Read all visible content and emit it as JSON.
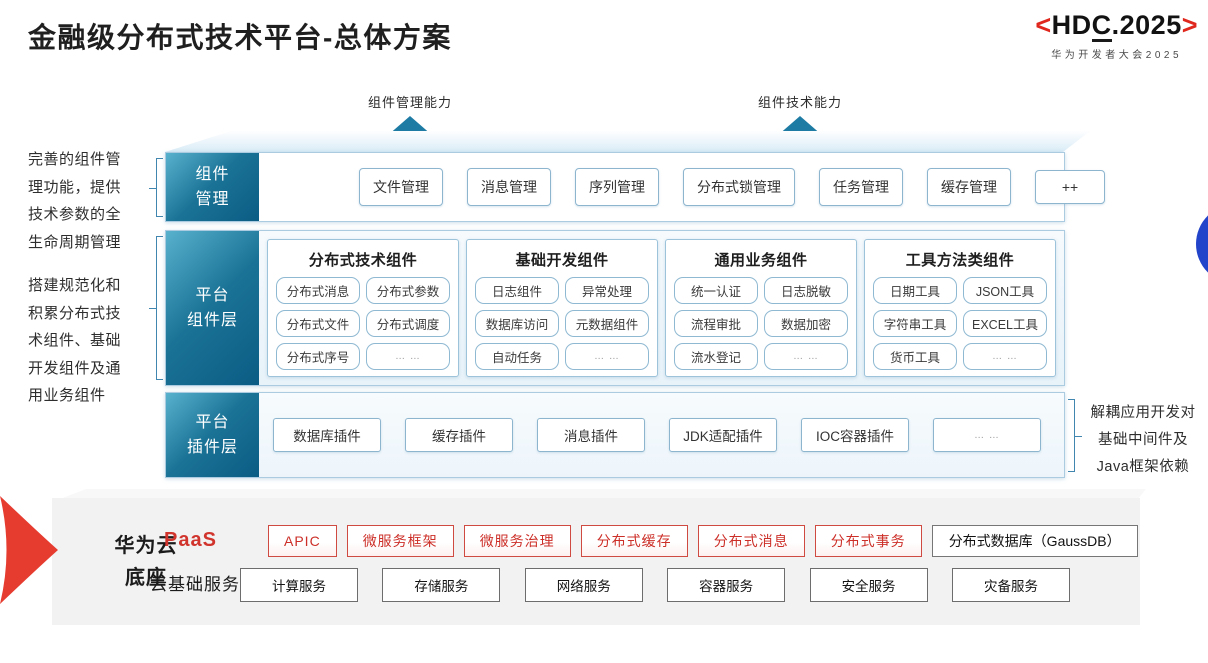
{
  "title": "金融级分布式技术平台-总体方案",
  "logo": {
    "left": "<",
    "hd": "HD",
    "c": "C",
    "year": ".2025",
    "right": ">",
    "subtitle": "华为开发者大会2025"
  },
  "annotations": {
    "arrow_labels": [
      "组件管理能力",
      "组件技术能力"
    ],
    "left_notes": [
      "完善的组件管理功能，提供技术参数的全生命周期管理",
      "搭建规范化和积累分布式技术组件、基础开发组件及通用业务组件"
    ],
    "right_note_lines": [
      "解耦应用开发对",
      "基础中间件及",
      "Java框架依赖"
    ]
  },
  "layers": {
    "component_mgmt": {
      "label_lines": [
        "组件",
        "管理"
      ],
      "items": [
        "文件管理",
        "消息管理",
        "序列管理",
        "分布式锁管理",
        "任务管理",
        "缓存管理",
        "++"
      ]
    },
    "platform_components": {
      "label_lines": [
        "平台",
        "组件层"
      ],
      "groups": [
        {
          "title": "分布式技术组件",
          "items": [
            "分布式消息",
            "分布式参数",
            "分布式文件",
            "分布式调度",
            "分布式序号",
            "… …"
          ]
        },
        {
          "title": "基础开发组件",
          "items": [
            "日志组件",
            "异常处理",
            "数据库访问",
            "元数据组件",
            "自动任务",
            "… …"
          ]
        },
        {
          "title": "通用业务组件",
          "items": [
            "统一认证",
            "日志脱敏",
            "流程审批",
            "数据加密",
            "流水登记",
            "… …"
          ]
        },
        {
          "title": "工具方法类组件",
          "items": [
            "日期工具",
            "JSON工具",
            "字符串工具",
            "EXCEL工具",
            "货币工具",
            "… …"
          ]
        }
      ]
    },
    "platform_plugins": {
      "label_lines": [
        "平台",
        "插件层"
      ],
      "items": [
        "数据库插件",
        "缓存插件",
        "消息插件",
        "JDK适配插件",
        "IOC容器插件",
        "… …"
      ]
    }
  },
  "foundation": {
    "label_lines": [
      "华为云",
      "底座"
    ],
    "paas": {
      "label": "PaaS",
      "red_items": [
        "APIC",
        "微服务框架",
        "微服务治理",
        "分布式缓存",
        "分布式消息",
        "分布式事务"
      ],
      "gray_item": "分布式数据库（GaussDB）"
    },
    "cloud": {
      "label": "云基础服务",
      "items": [
        "计算服务",
        "存储服务",
        "网络服务",
        "容器服务",
        "安全服务",
        "灾备服务"
      ]
    }
  },
  "colors": {
    "teal_dark": "#0b5c84",
    "teal_light": "#58b1cd",
    "arrow_teal": "#1e7ca4",
    "accent_red": "#d0342c",
    "hdc_red": "#e0271e",
    "blue_circle": "#2244cb"
  }
}
